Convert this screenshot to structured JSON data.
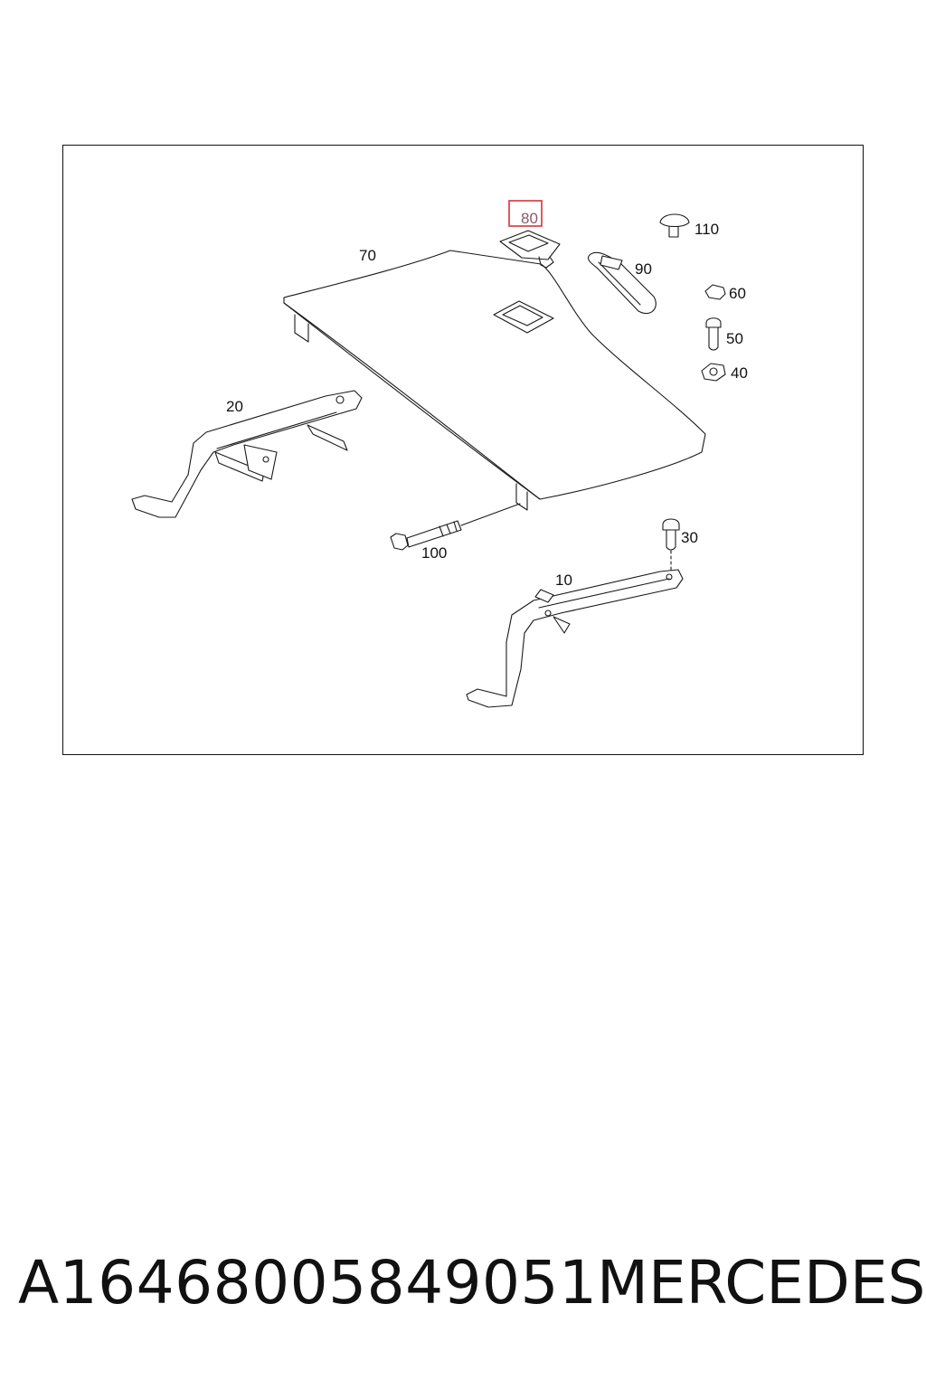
{
  "diagram": {
    "labels": {
      "p10": "10",
      "p20": "20",
      "p30": "30",
      "p40": "40",
      "p50": "50",
      "p60": "60",
      "p70": "70",
      "p80": "80",
      "p90": "90",
      "p100": "100",
      "p110": "110"
    },
    "highlight_color": "#d9323c"
  },
  "footer": {
    "part_number": "A16468005849051",
    "brand": "MERCEDES"
  }
}
